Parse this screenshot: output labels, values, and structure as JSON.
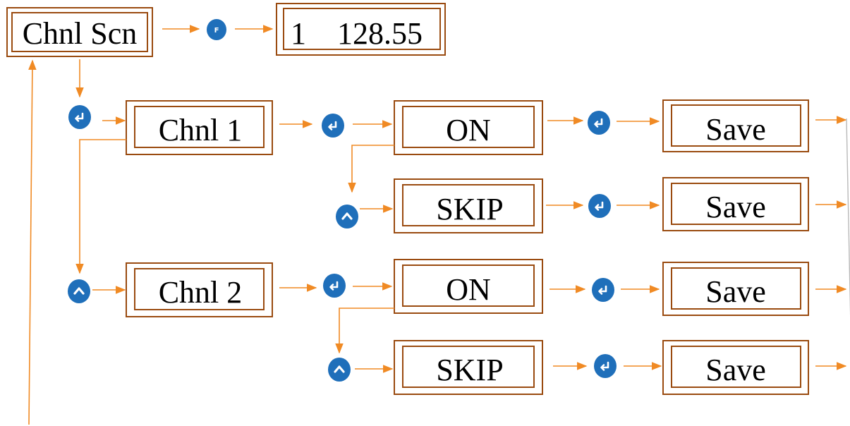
{
  "colors": {
    "connector": "#f08a24",
    "frame": "#9a4b10",
    "button": "#1f6fba"
  },
  "buttons": {
    "function": {
      "icon": "function-key-icon",
      "glyph": "F"
    },
    "enter": {
      "icon": "enter-key-icon"
    },
    "up": {
      "icon": "up-arrow-key-icon"
    }
  },
  "nodes": {
    "chnl_scn": "Chnl Scn",
    "display": "1    128.55",
    "chnl_1": "Chnl 1",
    "chnl_2": "Chnl 2",
    "on_1": "ON",
    "skip_1": "SKIP",
    "on_2": "ON",
    "skip_2": "SKIP",
    "save_on_1": "Save",
    "save_skip_1": "Save",
    "save_on_2": "Save",
    "save_skip_2": "Save"
  }
}
